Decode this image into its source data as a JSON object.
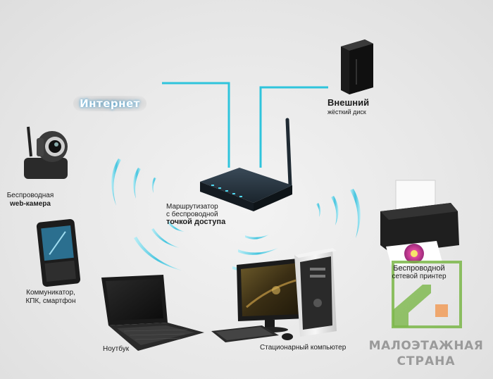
{
  "internet_label": "Интернет",
  "hdd": {
    "title": "Внешний",
    "subtitle": "жёсткий диск"
  },
  "camera": {
    "line1": "Беспроводная",
    "line2": "web-камера"
  },
  "router": {
    "line1": "Маршрутизатор",
    "line2": "с беспроводной",
    "line3": "точкой доступа"
  },
  "phone": {
    "line1": "Коммуникатор,",
    "line2": "КПК, смартфон"
  },
  "laptop": {
    "label": "Ноутбук"
  },
  "desktop": {
    "label": "Стационарный компьютер"
  },
  "printer": {
    "line1": "Беспроводной",
    "line2": "сетевой принтер"
  },
  "watermark": {
    "line1": "МАЛОЭТАЖНАЯ",
    "line2": "СТРАНА"
  },
  "colors": {
    "link": "#2fc4dc",
    "wave": "#3ec3de",
    "device_dark": "#1f2a33",
    "logo_green": "#7ab648",
    "logo_orange": "#f0a060"
  }
}
